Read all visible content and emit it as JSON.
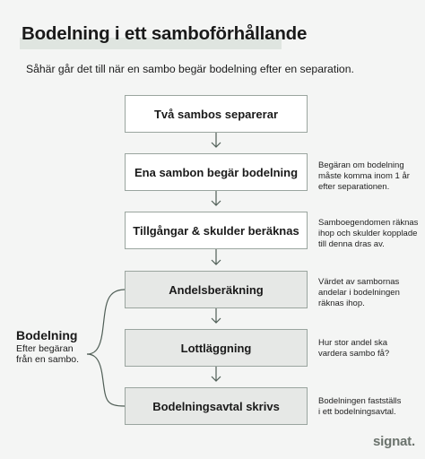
{
  "title": "Bodelning i ett samboförhållande",
  "subtitle": "Såhär går det till när en sambo begär bodelning efter en separation.",
  "steps": [
    {
      "label": "Två sambos separerar",
      "note": []
    },
    {
      "label": "Ena sambon begär bodelning",
      "note": [
        "Begäran om bodelning",
        "måste komma inom 1 år",
        "efter separationen."
      ]
    },
    {
      "label": "Tillgångar & skulder beräknas",
      "note": [
        "Samboegendomen räknas",
        "ihop och skulder kopplade",
        "till denna dras av."
      ]
    },
    {
      "label": "Andelsberäkning",
      "note": [
        "Värdet av sambornas",
        "andelar i bodelningen",
        "räknas ihop."
      ]
    },
    {
      "label": "Lottläggning",
      "note": [
        "Hur stor andel ska",
        "vardera sambo få?"
      ]
    },
    {
      "label": "Bodelningsavtal skrivs",
      "note": [
        "Bodelningen fastställs",
        "i ett bodelningsavtal."
      ]
    }
  ],
  "bracket": {
    "title": "Bodelning",
    "lines": [
      "Efter begäran",
      "från en sambo."
    ]
  },
  "logo": "signat.",
  "colors": {
    "background": "#f4f5f4",
    "box_fill": "#ffffff",
    "box_shaded": "#e6e8e6",
    "box_border": "#9aa59f",
    "connector": "#4f5e56",
    "title_highlight": "#dfe5e0"
  }
}
